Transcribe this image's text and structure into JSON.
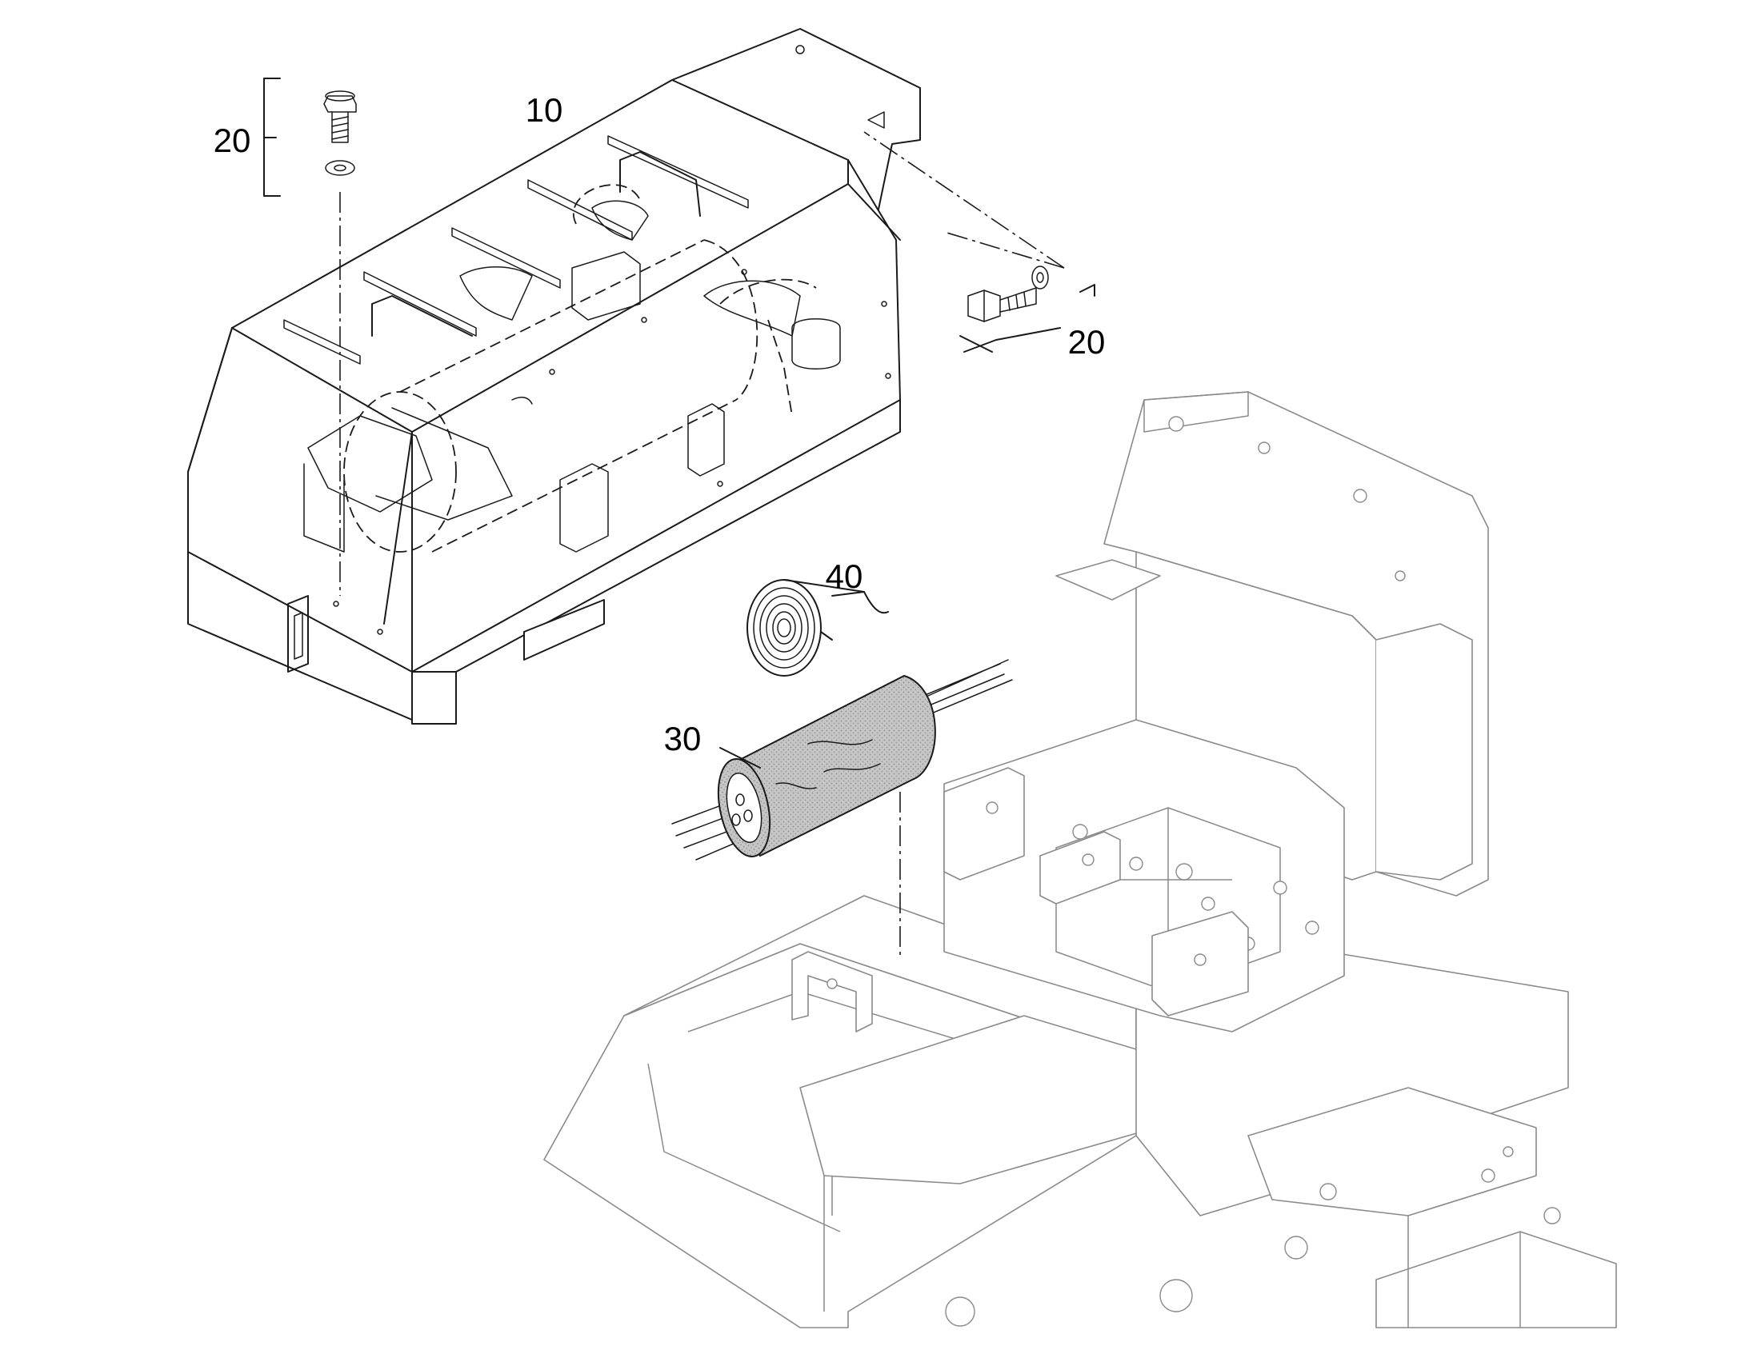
{
  "callouts": {
    "part_10": "10",
    "part_20_left": "20",
    "part_20_right": "20",
    "part_30": "30",
    "part_40": "40"
  },
  "colors": {
    "line": "#1a1a1a",
    "chassis_line": "#8a8a8a",
    "sleeve_fill": "#bdbdbd",
    "background": "#ffffff"
  }
}
